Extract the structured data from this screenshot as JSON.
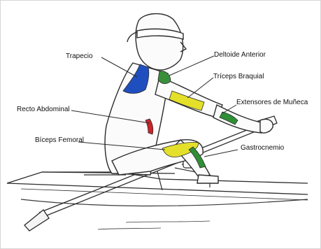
{
  "labels": {
    "trapecio": "Trapecio",
    "deltoide": "Deltoide Anterior",
    "triceps": "Tríceps Braquial",
    "recto": "Recto Abdominal",
    "extensores": "Extensores de Muñeca",
    "biceps": "Bíceps Femoral",
    "gastrocnemio": "Gastrocnemio"
  },
  "muscle_colors": {
    "trapecio": "#1f4fbf",
    "deltoide": "#3a8f3a",
    "triceps": "#e4e02a",
    "recto": "#c8242a",
    "extensores": "#2f8f35",
    "biceps": "#e4e02a",
    "gastrocnemio": "#2f8f35"
  },
  "line_color": "#2a2a2a"
}
